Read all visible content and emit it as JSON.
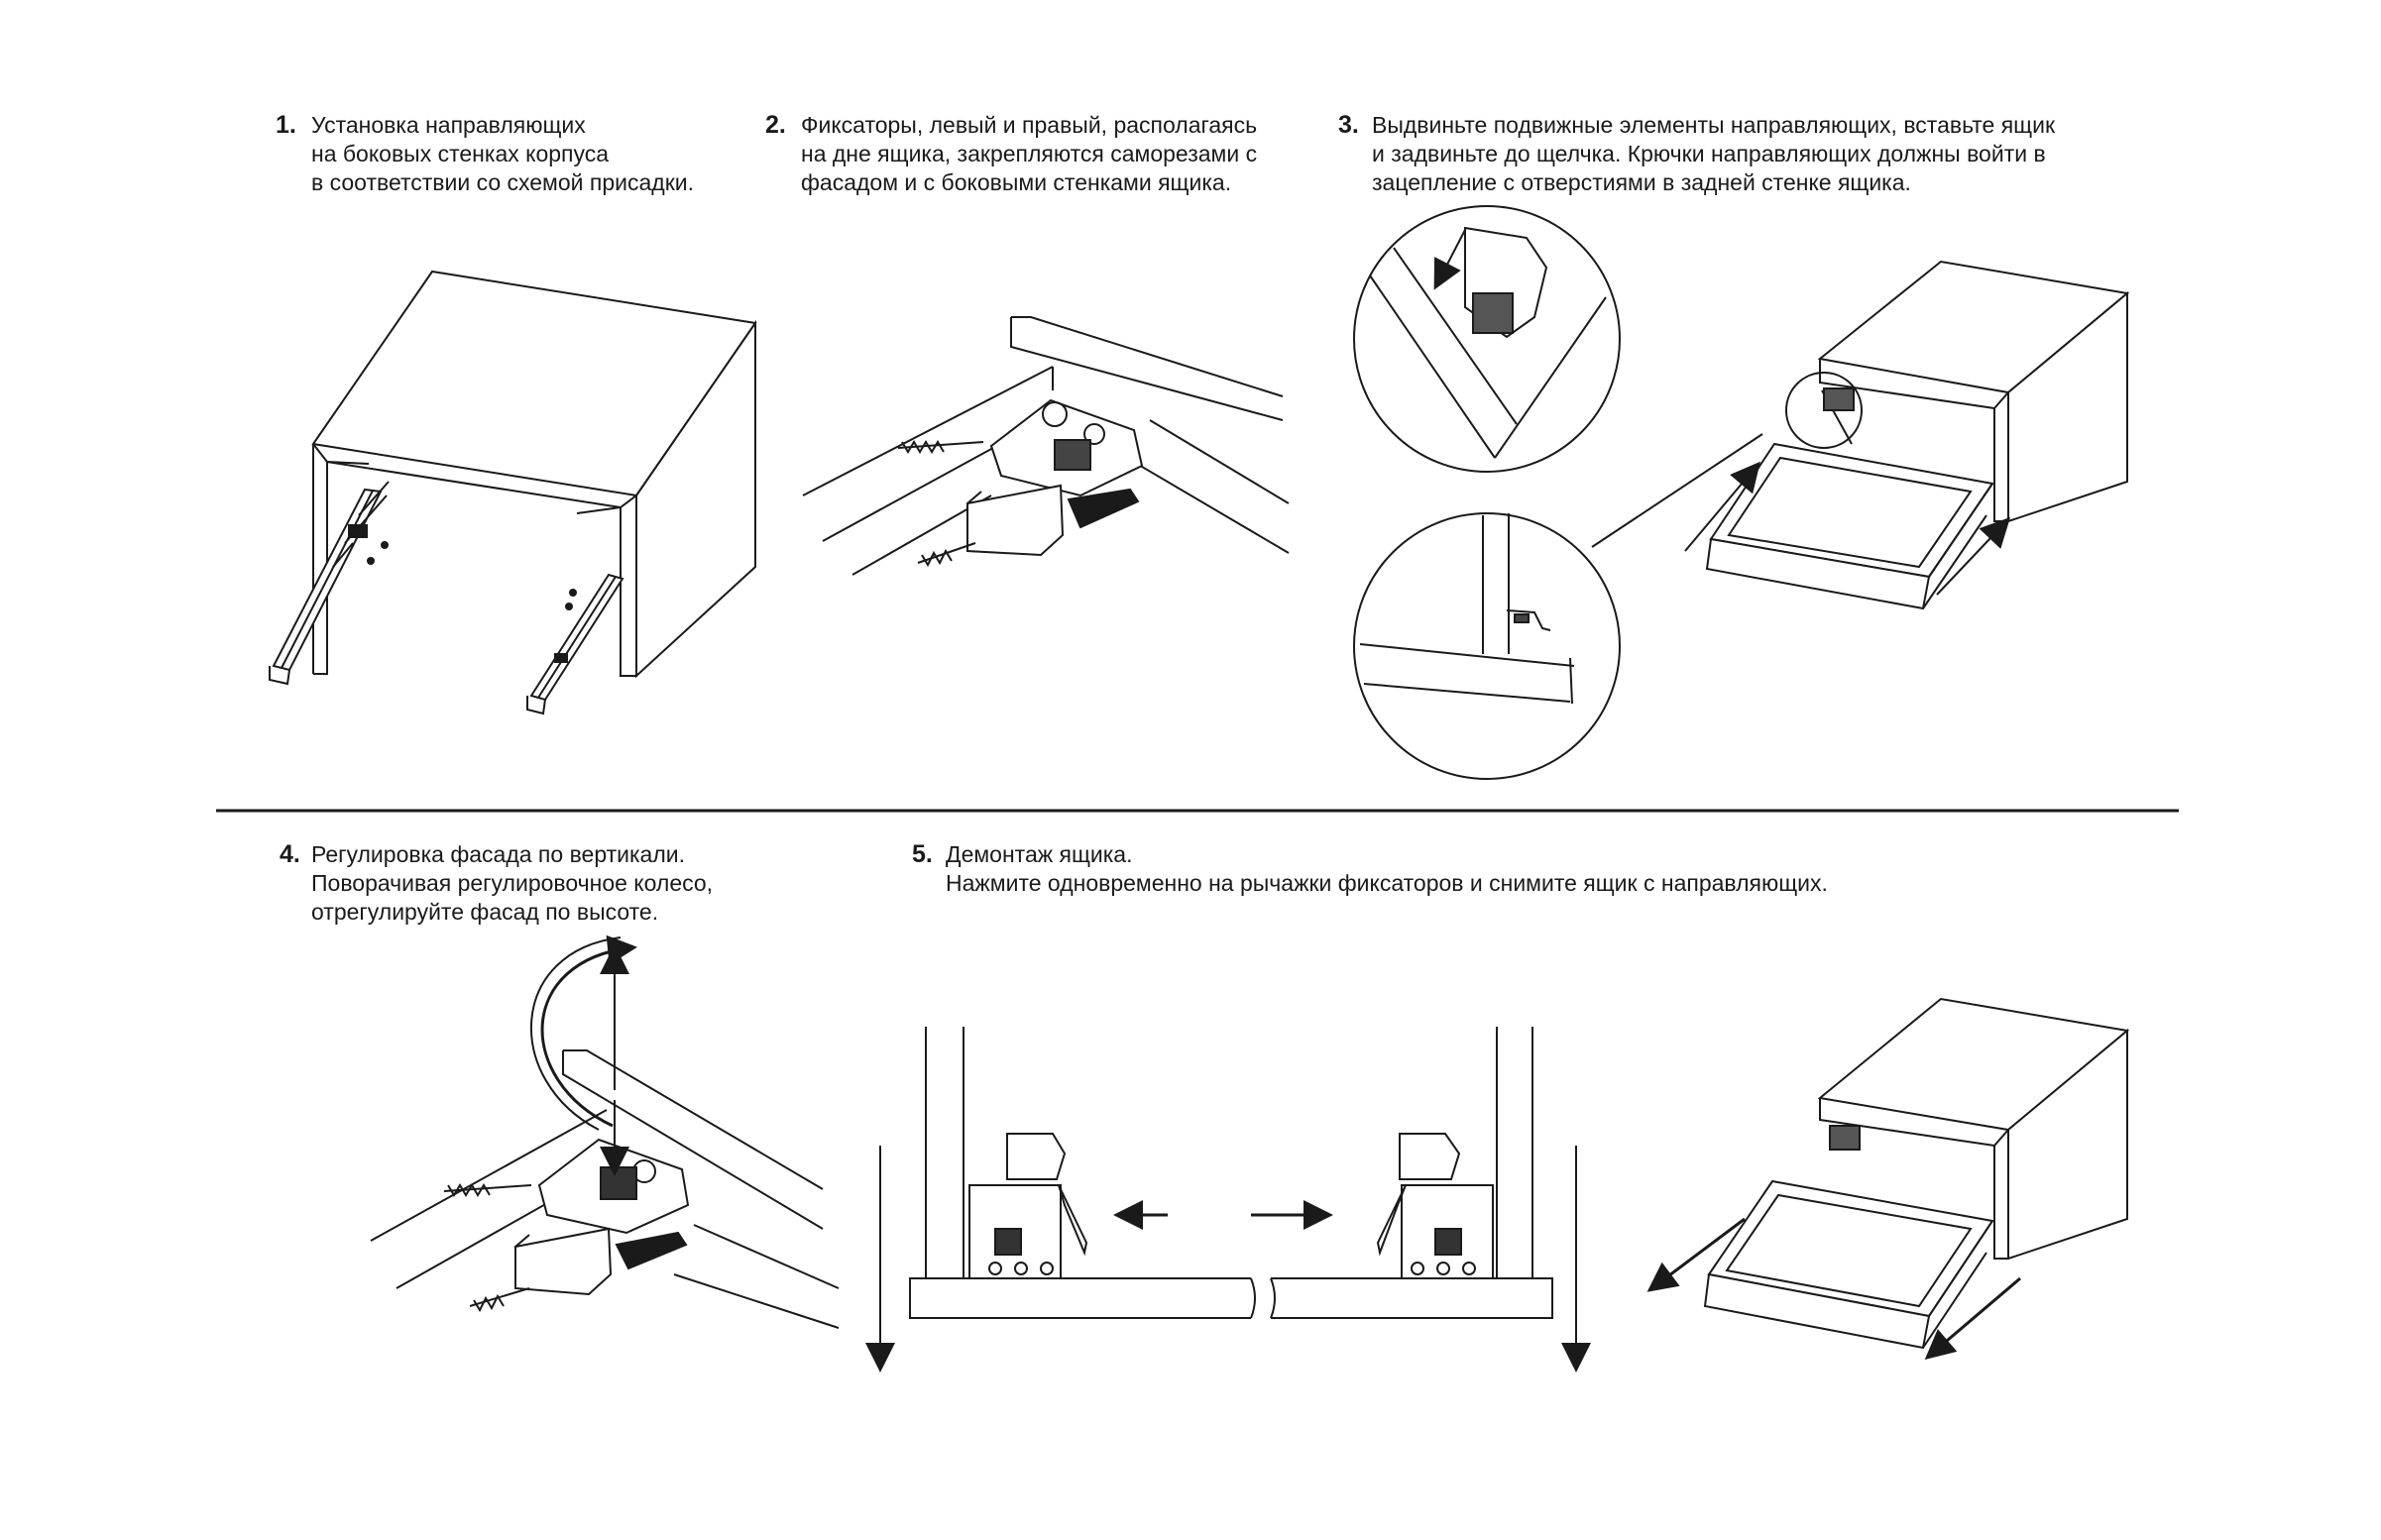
{
  "steps": [
    {
      "number": "1.",
      "lines": [
        "Установка направляющих",
        "на боковых стенках корпуса",
        "в соответствии со схемой присадки."
      ]
    },
    {
      "number": "2.",
      "lines": [
        "Фиксаторы, левый и правый, располагаясь",
        "на дне ящика, закрепляются саморезами с",
        "фасадом и с боковыми стенками ящика."
      ]
    },
    {
      "number": "3.",
      "lines": [
        "Выдвиньте подвижные элементы направляющих, вставьте ящик",
        "и задвиньте до щелчка. Крючки направляющих должны войти в",
        "зацепление с отверстиями в задней стенке ящика."
      ]
    },
    {
      "number": "4.",
      "lines": [
        "Регулировка фасада по вертикали.",
        "Поворачивая регулировочное колесо,",
        "отрегулируйте фасад по высоте."
      ]
    },
    {
      "number": "5.",
      "lines": [
        "Демонтаж ящика.",
        "Нажмите одновременно на рычажки фиксаторов и снимите ящик с направляющих."
      ]
    }
  ],
  "colors": {
    "line": "#1a1a1a",
    "background": "#ffffff"
  }
}
